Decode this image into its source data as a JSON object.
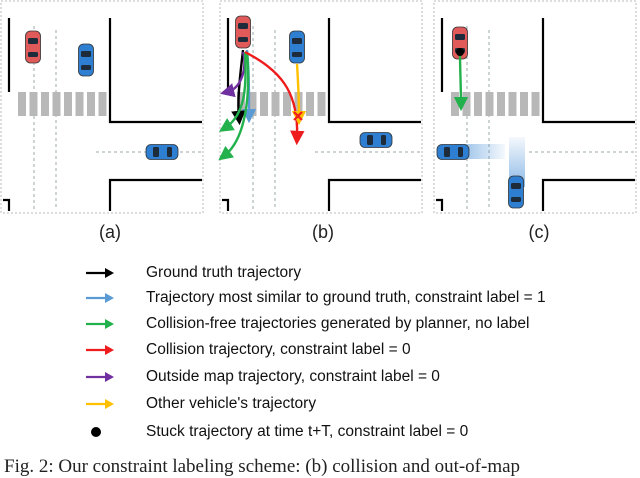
{
  "panels": [
    {
      "label": "(a)"
    },
    {
      "label": "(b)"
    },
    {
      "label": "(c)"
    }
  ],
  "colors": {
    "ground_truth": "#000000",
    "similar": "#5b9bd5",
    "collision_free": "#22b14c",
    "collision": "#ee1c1c",
    "outside_map": "#7030a0",
    "other_vehicle": "#ffc000",
    "stuck": "#000000",
    "car_red": "#e05a5a",
    "car_blue": "#2e7fd1",
    "crosswalk": "#b8b8b8"
  },
  "legend": [
    {
      "icon": "arrow",
      "color_key": "ground_truth",
      "text": "Ground truth trajectory"
    },
    {
      "icon": "arrow",
      "color_key": "similar",
      "text": "Trajectory most similar to ground truth, constraint label = 1"
    },
    {
      "icon": "arrow",
      "color_key": "collision_free",
      "text": "Collision-free trajectories generated by planner, no label"
    },
    {
      "icon": "arrow",
      "color_key": "collision",
      "text": "Collision trajectory, constraint label = 0"
    },
    {
      "icon": "arrow",
      "color_key": "outside_map",
      "text": "Outside map trajectory, constraint label = 0"
    },
    {
      "icon": "arrow",
      "color_key": "other_vehicle",
      "text": "Other vehicle's trajectory"
    },
    {
      "icon": "dot",
      "color_key": "stuck",
      "text": "Stuck trajectory at time t+T, constraint label = 0"
    }
  ],
  "caption": "Fig. 2: Our constraint labeling scheme: (b) collision and out-of-map"
}
